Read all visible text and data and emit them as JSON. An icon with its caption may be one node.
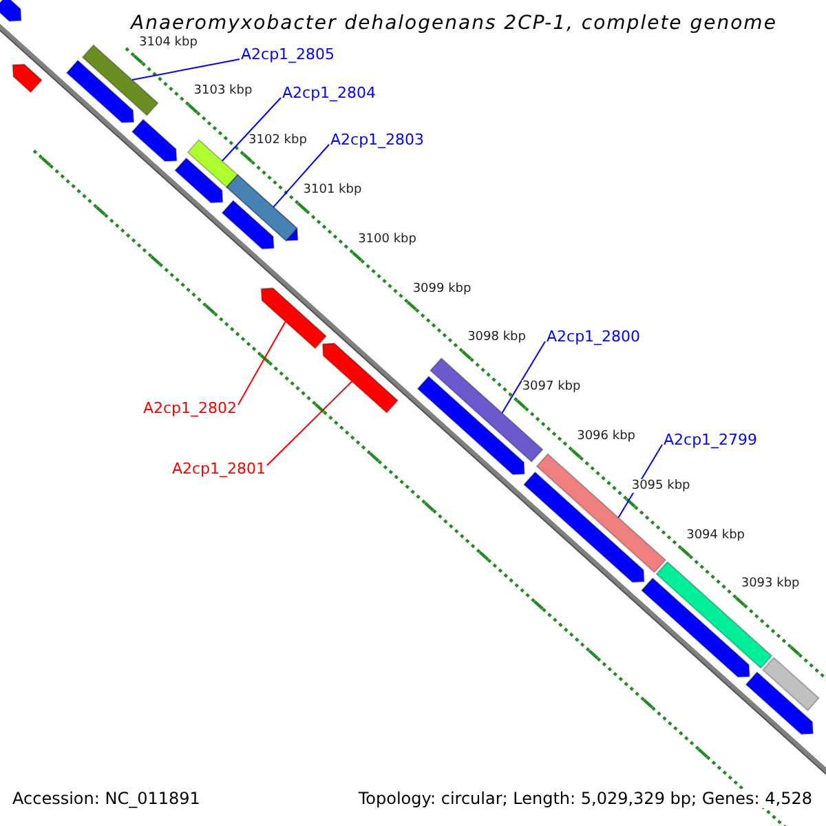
{
  "diagram": {
    "title": "Anaeromyxobacter dehalogenans 2CP-1, complete genome",
    "nodes": [
      {
        "text": [
          "A2cp1_2805"
        ]
      },
      {
        "text": [
          "A2cp1_2804"
        ]
      },
      {
        "text": [
          "A2cp1_2803"
        ]
      },
      {
        "text": [
          "A2cp1_2800"
        ]
      },
      {
        "text": [
          "A2cp1_2799"
        ]
      },
      {
        "text": [
          "A2cp1_2802"
        ]
      },
      {
        "text": [
          "A2cp1_2801"
        ]
      },
      {
        "text": [],
        "shape": "arrow"
      },
      {
        "text": [],
        "shape": "arrow"
      },
      {
        "text": [],
        "shape": "arrow"
      },
      {
        "text": [],
        "shape": "bar"
      },
      {
        "text": [],
        "shape": "arrow"
      },
      {
        "text": [],
        "shape": "bar"
      },
      {
        "text": [],
        "shape": "arrow"
      },
      {
        "text": [],
        "shape": "arrow"
      },
      {
        "text": [],
        "shape": "bar"
      },
      {
        "text": [],
        "shape": "arrow"
      },
      {
        "text": [],
        "shape": "arrow"
      },
      {
        "text": [],
        "shape": "arrow"
      },
      {
        "text": [],
        "shape": "bar"
      },
      {
        "text": [],
        "shape": "arrow"
      },
      {
        "text": [],
        "shape": "bar"
      },
      {
        "text": [],
        "shape": "arrow"
      },
      {
        "text": [],
        "shape": "bar"
      },
      {
        "text": [],
        "shape": "arrow"
      },
      {
        "text": [],
        "shape": "bar"
      },
      {
        "text": [],
        "shape": "arrow"
      }
    ],
    "edges": [
      {
        "from": 0,
        "to": 10,
        "arrow": "none"
      },
      {
        "from": 1,
        "to": 12,
        "arrow": "none"
      },
      {
        "from": 2,
        "to": 15,
        "arrow": "none"
      },
      {
        "from": 3,
        "to": 19,
        "arrow": "none"
      },
      {
        "from": 4,
        "to": 21,
        "arrow": "none"
      },
      {
        "from": 5,
        "to": 17,
        "arrow": "none",
        "color": "#ff0000"
      },
      {
        "from": 6,
        "to": 18,
        "arrow": "none",
        "color": "#ff0000"
      }
    ],
    "labels": [
      "3104 kbp",
      "3103 kbp",
      "3102 kbp",
      "3101 kbp",
      "3100 kbp",
      "3099 kbp",
      "3098 kbp",
      "3097 kbp",
      "3096 kbp",
      "3095 kbp",
      "3094 kbp",
      "3093 kbp",
      "Accession: NC_011891",
      "Topology: circular; Length: 5,029,329 bp; Genes: 4,528"
    ]
  }
}
